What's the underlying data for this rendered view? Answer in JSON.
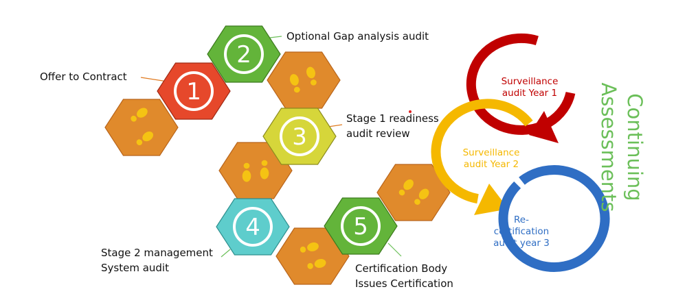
{
  "colors": {
    "hex_step_1": "#e6482b",
    "hex_step_2": "#63b43a",
    "hex_step_3": "#d6d63a",
    "hex_step_4": "#5ecdcc",
    "hex_step_5": "#63b43a",
    "hex_footprints": "#e08a2c",
    "footprint": "#f5c313",
    "title": "#6bbf59",
    "cycle_red": "#c00000",
    "cycle_yellow": "#f5b800",
    "cycle_blue": "#2f6ec4"
  },
  "steps": [
    {
      "number": "1",
      "label": [
        "Offer to Contract"
      ]
    },
    {
      "number": "2",
      "label": [
        "Optional Gap analysis audit"
      ]
    },
    {
      "number": "3",
      "label": [
        "Stage 1 readiness",
        "audit review"
      ]
    },
    {
      "number": "4",
      "label": [
        "Stage 2 management",
        "System audit"
      ]
    },
    {
      "number": "5",
      "label": [
        "Certification Body",
        "Issues Certification"
      ]
    }
  ],
  "continuing": {
    "title": "Continuing Assessments",
    "cycle": [
      {
        "lines": [
          "Surveillance",
          "audit Year 1"
        ],
        "color": "#c00000"
      },
      {
        "lines": [
          "Surveillance",
          "audit Year 2"
        ],
        "color": "#f5b800"
      },
      {
        "lines": [
          "Re-",
          "certification",
          "audit year 3"
        ],
        "color": "#2f6ec4"
      }
    ]
  },
  "icons": {
    "footprint": "footprints-icon",
    "cycle_arrow": "cycle-arrow-icon"
  }
}
